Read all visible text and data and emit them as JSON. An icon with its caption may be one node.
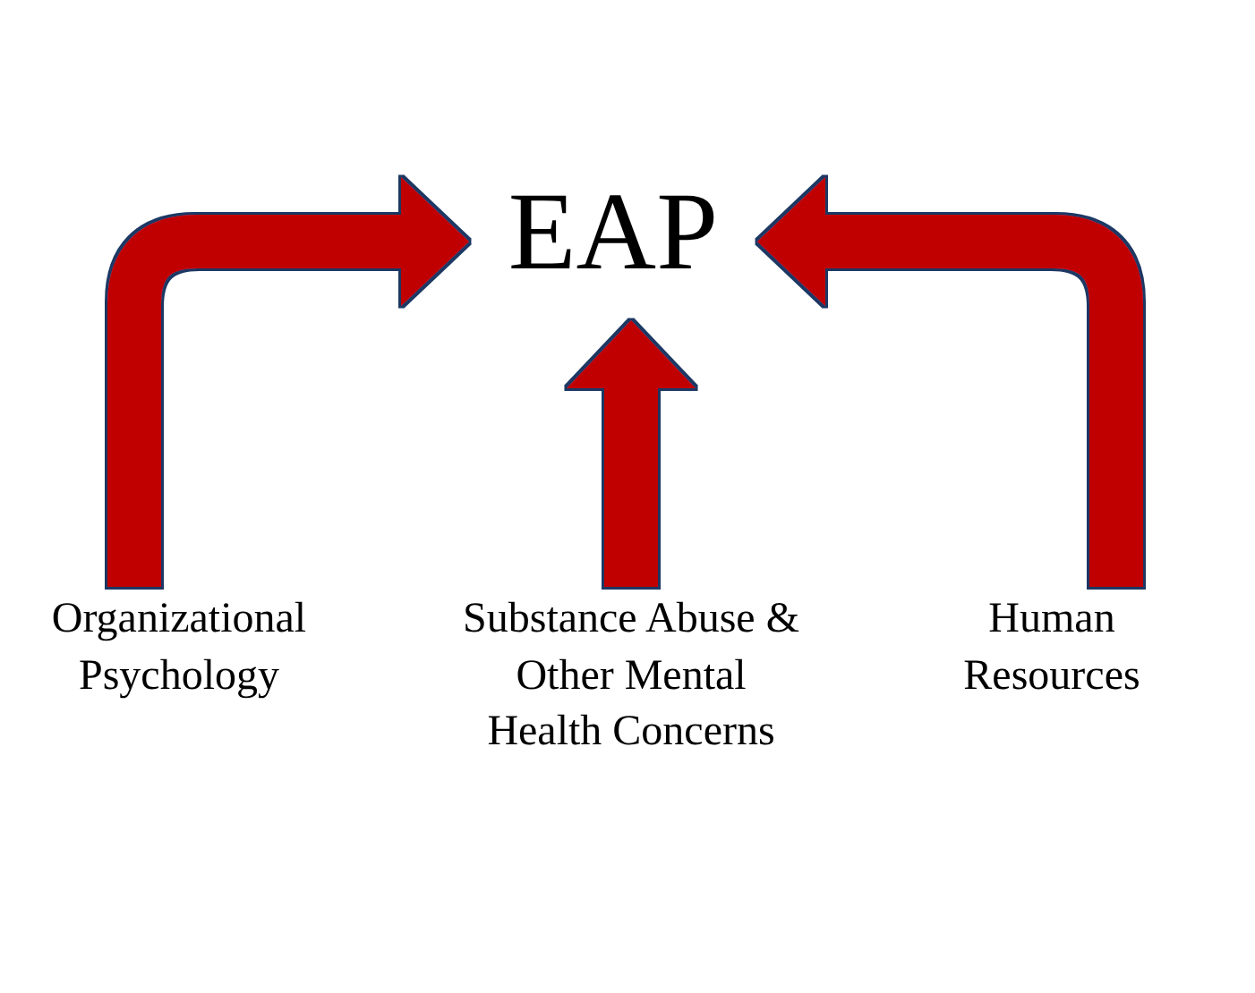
{
  "diagram": {
    "nodes": [
      {
        "text": [
          "EAP"
        ]
      },
      {
        "text": [
          "Organizational Psychology"
        ]
      },
      {
        "text": [
          "Substance Abuse & Other Mental Health Concerns"
        ]
      },
      {
        "text": [
          "Human Resources"
        ]
      }
    ],
    "edges": [
      {
        "from": 1,
        "to": 0,
        "arrow": "to"
      },
      {
        "from": 2,
        "to": 0,
        "arrow": "to"
      },
      {
        "from": 3,
        "to": 0,
        "arrow": "to"
      }
    ]
  }
}
